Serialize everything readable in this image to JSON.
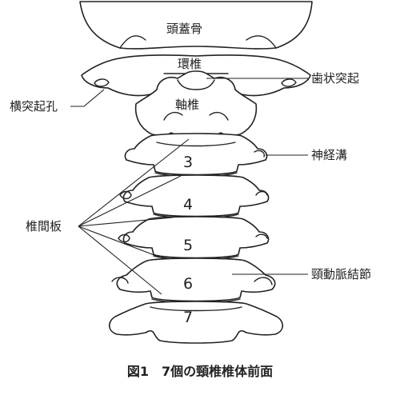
{
  "labels": {
    "skull": "頭蓋骨",
    "atlas": "環椎",
    "axis": "軸椎",
    "dens": "歯状突起",
    "transverse_foramen": "横突起孔",
    "spinal_nerve_groove": "神経溝",
    "intervertebral_disc": "椎間板",
    "cervical_ganglion": "頸動脈結節"
  },
  "vertebra_numbers": [
    "3",
    "4",
    "5",
    "6",
    "7"
  ],
  "caption": "図1　7個の頸椎椎体前面"
}
